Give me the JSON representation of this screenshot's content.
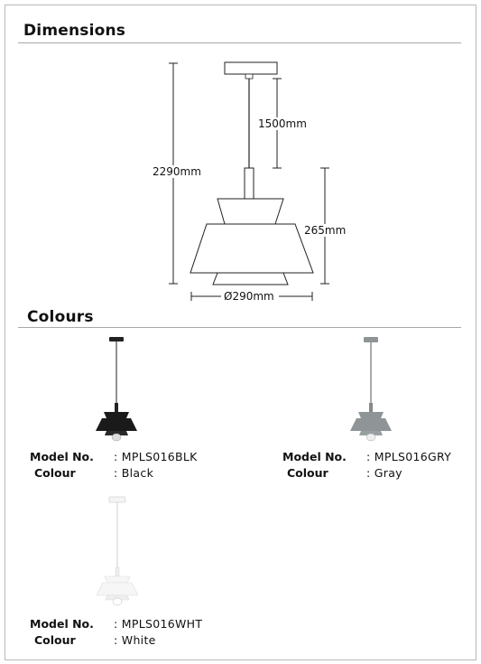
{
  "sections": {
    "dimensions_title": "Dimensions",
    "colours_title": "Colours"
  },
  "dimensions": {
    "total_height": "2290mm",
    "cable_length": "1500mm",
    "shade_height": "265mm",
    "diameter": "Ø290mm"
  },
  "models": [
    {
      "model_label": "Model No.",
      "model_value": ": MPLS016BLK",
      "colour_label": "Colour",
      "colour_value": ": Black",
      "shade_color": "#1a1a1a",
      "cable_color": "#222222"
    },
    {
      "model_label": "Model No.",
      "model_value": ": MPLS016GRY",
      "colour_label": "Colour",
      "colour_value": ": Gray",
      "shade_color": "#8f9596",
      "cable_color": "#555555"
    },
    {
      "model_label": "Model No.",
      "model_value": ": MPLS016WHT",
      "colour_label": "Colour",
      "colour_value": ": White",
      "shade_color": "#f4f4f4",
      "cable_color": "#c8c8c8"
    }
  ]
}
